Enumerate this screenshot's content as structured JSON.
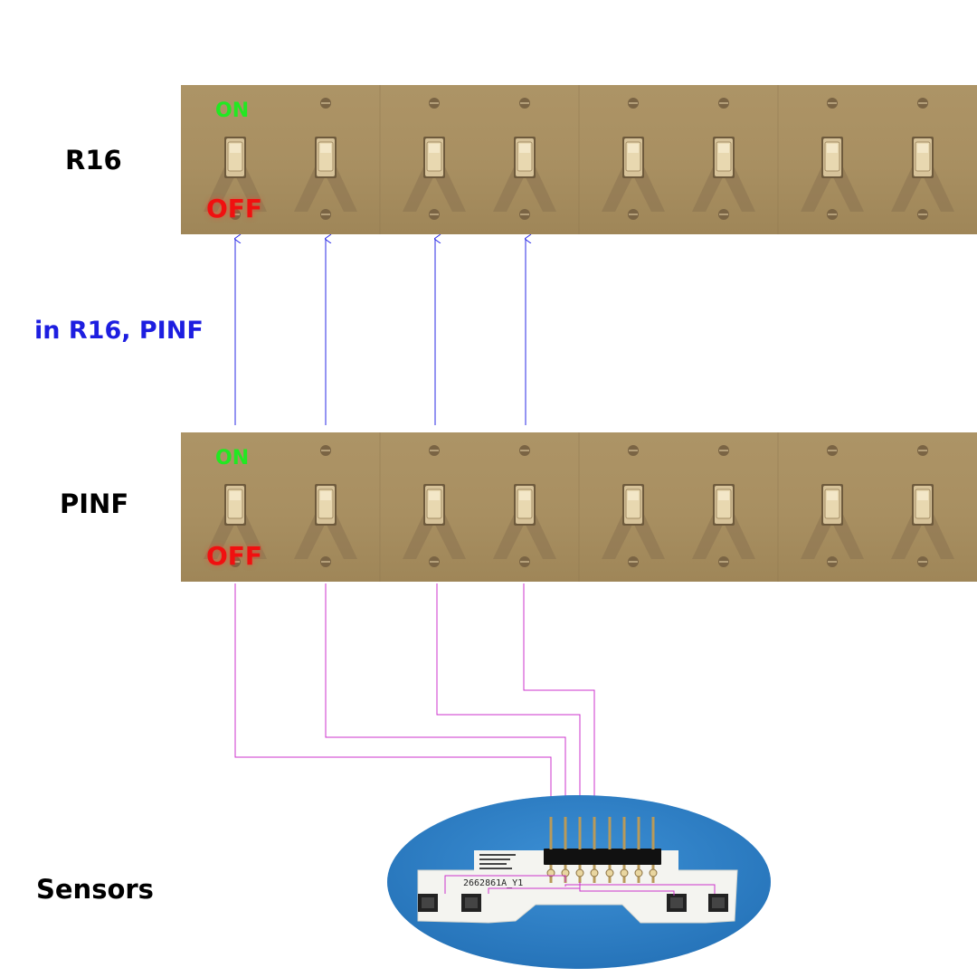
{
  "labels": {
    "row1": "R16",
    "middle": "in R16, PINF",
    "row2": "PINF",
    "bottom": "Sensors"
  },
  "switch_panel": {
    "on_label": "ON",
    "off_label": "OFF",
    "switch_count": 8
  },
  "sensor_board": {
    "marking": "2662861A_Y1",
    "pin_count": 8
  },
  "connections": {
    "r16_to_pinf_color": "#2a2ae6",
    "pinf_to_sensors_color": "#cc33cc",
    "wired_switch_count": 4
  },
  "colors": {
    "on": "#22e822",
    "off": "#f01010",
    "board_background": "#2a7fc8",
    "pcb": "#f4f4f0"
  }
}
